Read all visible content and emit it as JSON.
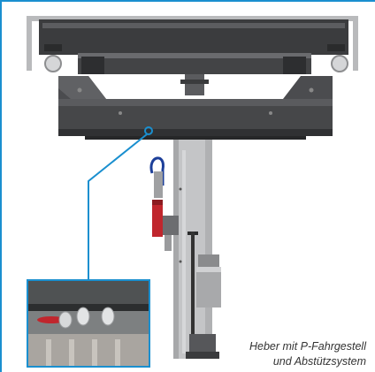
{
  "caption": {
    "line1": "Heber mit P-Fahrgestell",
    "line2": "und Abstützsystem"
  },
  "colors": {
    "accent": "#1a8fcf",
    "metal_dark": "#4a4b4d",
    "metal_light": "#c7c8ca",
    "handle_red": "#c0262d"
  },
  "figure": {
    "main_item": "lifting-platform-with-p-chassis",
    "callout_item": "support-system-closeup",
    "icons": [
      "lift-illustration",
      "detail-photo-inset",
      "callout-leader-line"
    ]
  }
}
